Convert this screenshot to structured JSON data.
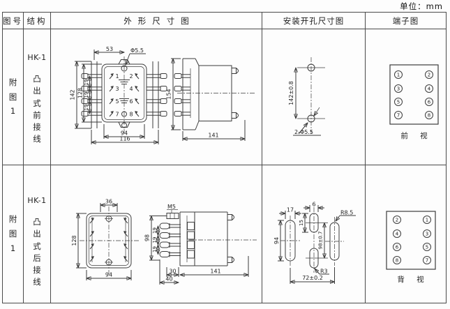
{
  "unit_label": "单位：mm",
  "header": {
    "col_figure": "图号",
    "col_structure": "结构",
    "col_outline": "外形尺寸图",
    "col_mounting": "安装开孔尺寸图",
    "col_terminal": "端子图"
  },
  "rows": [
    {
      "figure_no": "附\n图\n1",
      "model": "HK-1",
      "mount_type": "凸\n出\n式\n前\n接\n线",
      "outline": {
        "dim_top": "53",
        "hole_label": "Φ5.5",
        "height_outer": "142",
        "height_inner": "128",
        "pitch1": "19",
        "pitch2": "19",
        "pitch3": "19",
        "width_inner": "94",
        "width_outer": "116",
        "terminals": [
          "1",
          "2",
          "3",
          "4",
          "5",
          "6",
          "7",
          "8"
        ],
        "side_height": "154",
        "side_depth": "141"
      },
      "mounting": {
        "vertical_pitch": "142±0.8",
        "holes_label": "2-Φ5.5"
      },
      "terminal_diagram": {
        "left": [
          "1",
          "3",
          "5",
          "7"
        ],
        "right": [
          "2",
          "4",
          "6",
          "8"
        ],
        "caption": "前 视"
      }
    },
    {
      "figure_no": "附\n图\n1",
      "model": "HK-1",
      "mount_type": "凸\n出\n式\n后\n接\n线",
      "outline": {
        "dim_top": "36",
        "height": "128",
        "width": "94",
        "thread_label": "M5",
        "side_height": "98",
        "pitch1": "19",
        "pitch2": "19",
        "pitch3": "19",
        "stud_len_inner": "30",
        "stud_len_outer": "40",
        "side_depth": "141"
      },
      "mounting": {
        "slot_width": "17",
        "center_slot_width": "6",
        "center_slot_height": "15",
        "slot_height": "94",
        "vertical_pitch": "98±0.7",
        "radius_large": "R8.5",
        "radius_small": "R3",
        "horizontal_pitch": "72±0.2"
      },
      "terminal_diagram": {
        "left": [
          "2",
          "4",
          "6",
          "8"
        ],
        "right": [
          "1",
          "3",
          "5",
          "7"
        ],
        "caption": "背 视"
      }
    }
  ]
}
